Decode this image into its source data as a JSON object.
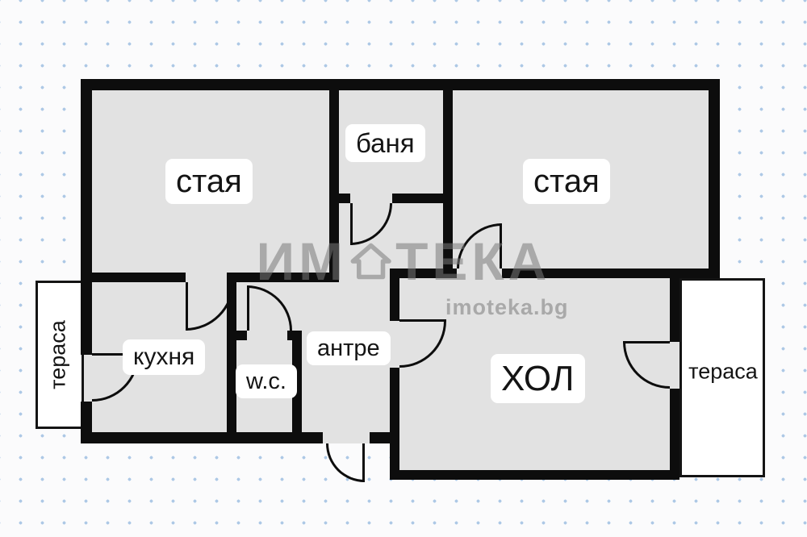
{
  "plan": {
    "wall_color": "#0d0d0d",
    "room_fill": "#e2e2e2",
    "background_dot_color": "#aec9e6"
  },
  "rooms": [
    {
      "key": "bedroom-left",
      "label": "стая"
    },
    {
      "key": "bathroom",
      "label": "баня"
    },
    {
      "key": "bedroom-right",
      "label": "стая"
    },
    {
      "key": "kitchen",
      "label": "кухня"
    },
    {
      "key": "wc",
      "label": "w.c."
    },
    {
      "key": "hallway",
      "label": "антре"
    },
    {
      "key": "living-room",
      "label": "ХОЛ"
    },
    {
      "key": "terrace-left",
      "label": "тераса"
    },
    {
      "key": "terrace-right",
      "label": "тераса"
    }
  ],
  "watermark": {
    "brand_left": "ИМ",
    "brand_right": "ТЕКА",
    "site": "imoteka.bg"
  }
}
